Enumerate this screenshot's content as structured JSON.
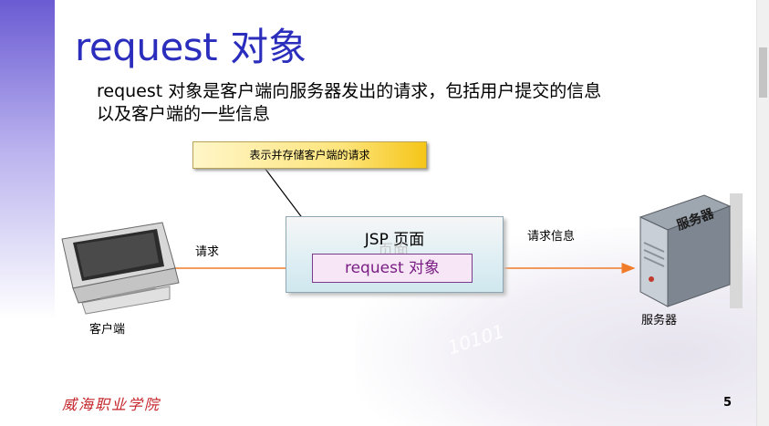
{
  "slide": {
    "title_latin": "request",
    "title_cjk": "对象",
    "body_line1": "request 对象是客户端向服务器发出的请求，包括用户提交的信息",
    "body_line2": "以及客户端的一些信息",
    "callout": "表示并存储客户端的请求",
    "jsp_box_title": "JSP 页面",
    "jsp_box_shadow": "页面",
    "request_box": "request 对象",
    "label_request": "请求",
    "label_request_info": "请求信息",
    "label_client": "客户端",
    "label_server": "服务器",
    "server_icon_text": "服务器",
    "deco_text": "10101",
    "footer_logo": "威海职业学院",
    "page_number": "5"
  },
  "colors": {
    "title": "#2b2dbd",
    "sidebar_accent": "#6b5bd3",
    "arrow": "#f07b2a",
    "request_text": "#7a1e84",
    "callout_fill": "#fde47a",
    "logo_red": "#c4242a"
  },
  "icons": {
    "computer": "computer-monitor-icon",
    "server": "server-tower-icon"
  }
}
